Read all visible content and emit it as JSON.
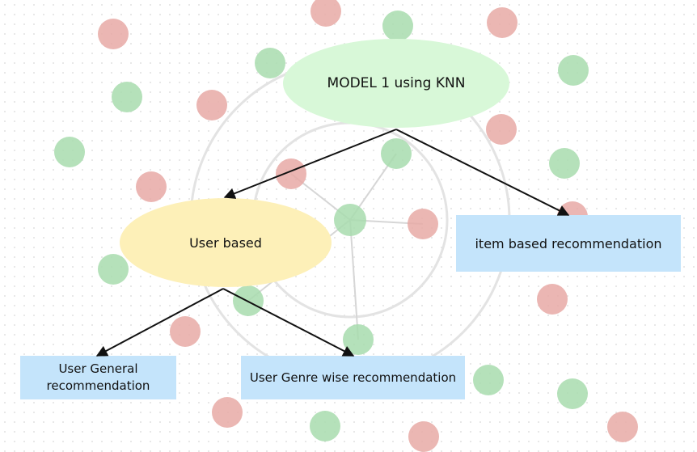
{
  "nodes": {
    "model": "MODEL 1  using KNN",
    "user_based": "User based",
    "item_based": "item based recommendation",
    "user_general": "User General recommendation",
    "user_genre": "User Genre wise recommendation"
  },
  "colors": {
    "model_fill": "#d8f8d8",
    "user_fill": "#fdf0b8",
    "box_fill": "#c4e4fb",
    "dot_red": "#e8aaa6",
    "dot_green": "#a8dcae",
    "arrow": "#111111"
  }
}
